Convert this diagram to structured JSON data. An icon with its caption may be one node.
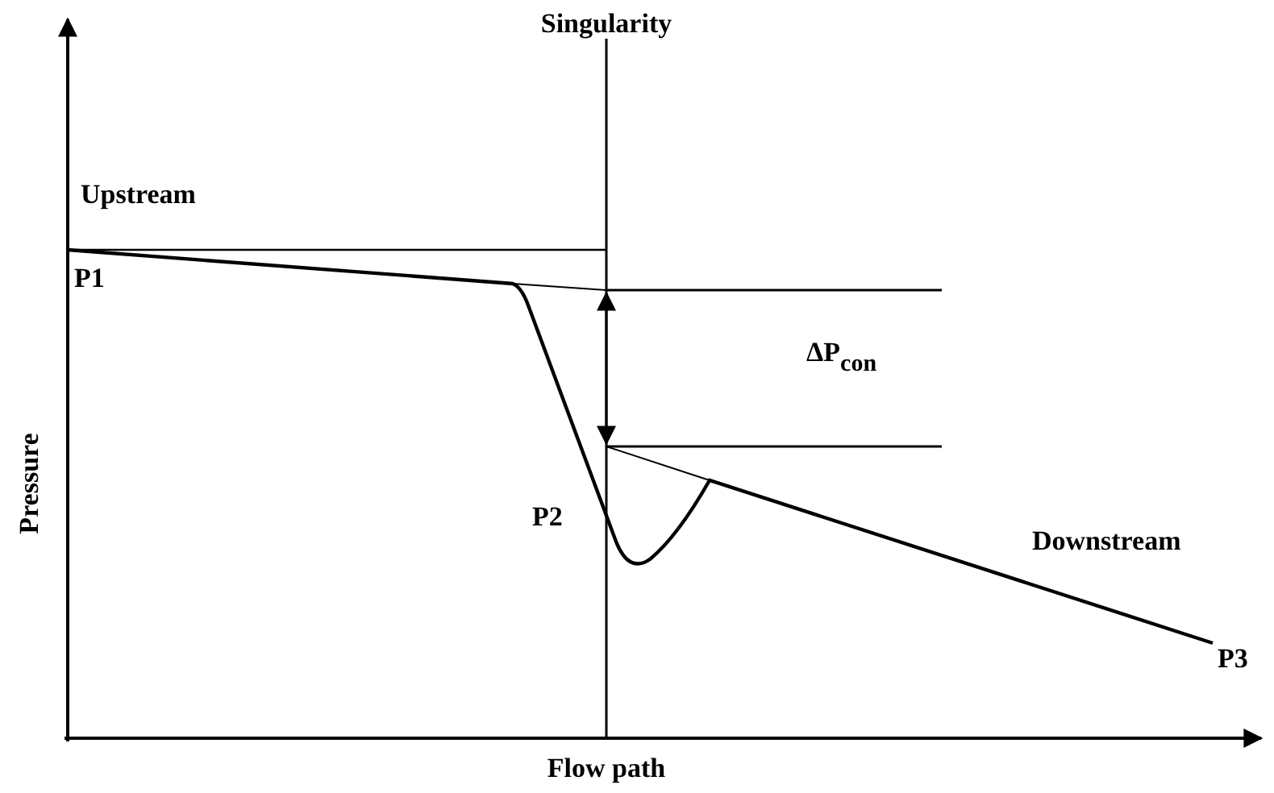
{
  "diagram": {
    "labels": [
      "Singularity",
      "Upstream",
      "P1",
      "Pressure",
      "ΔP$_{con}$",
      "P2",
      "Downstream",
      "P3",
      "Flow path"
    ]
  }
}
